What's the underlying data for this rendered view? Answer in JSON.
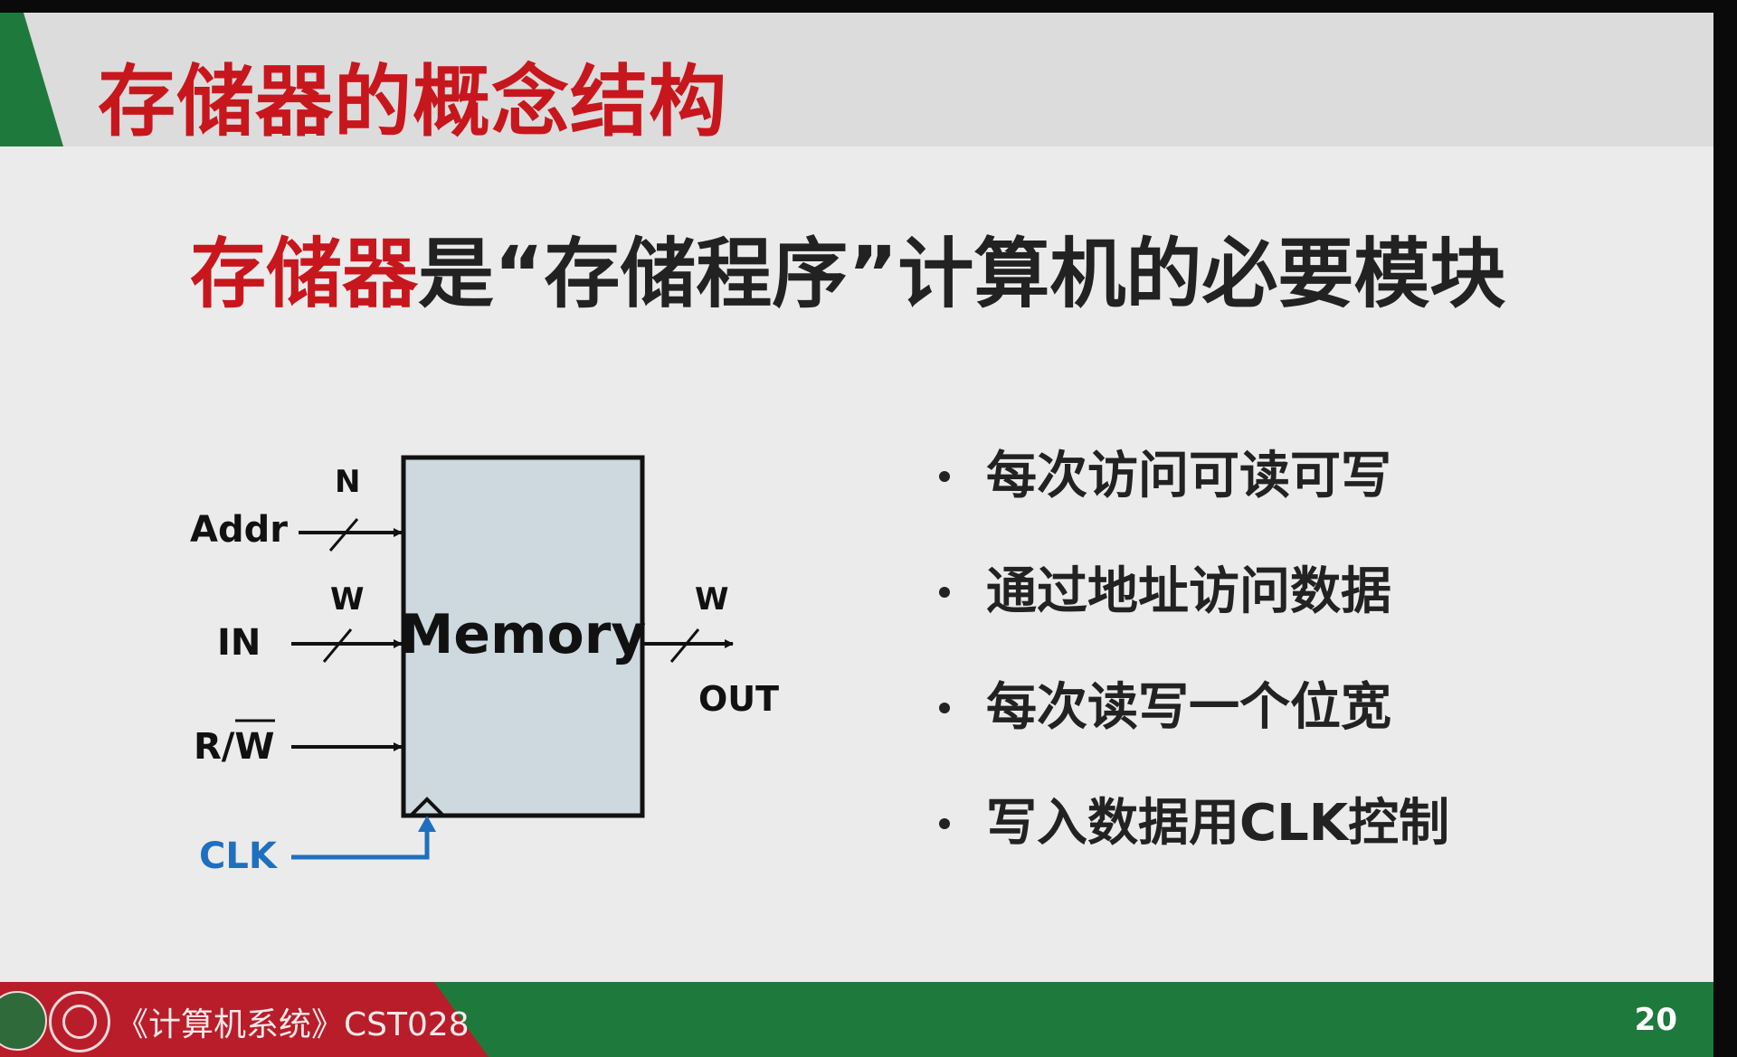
{
  "slide": {
    "title": "存储器的概念结构",
    "headline_highlight": "存储器",
    "headline_rest": "是“存储程序”计算机的必要模块",
    "colors": {
      "red": "#c8161d",
      "green": "#1e7a3c",
      "block_fill": "#cdd8df",
      "clk": "#1f6fbf"
    }
  },
  "diagram": {
    "block_label": "Memory",
    "inputs": [
      {
        "label": "Addr",
        "width": "N"
      },
      {
        "label": "IN",
        "width": "W"
      },
      {
        "label": "R/W"
      },
      {
        "label": "CLK"
      }
    ],
    "output": {
      "label": "OUT",
      "width": "W"
    }
  },
  "bullets": [
    "每次访问可读可写",
    "通过地址访问数据",
    "每次读写一个位宽",
    "写入数据用CLK控制"
  ],
  "footer": {
    "course": "《计算机系统》CST028",
    "page": "20"
  }
}
